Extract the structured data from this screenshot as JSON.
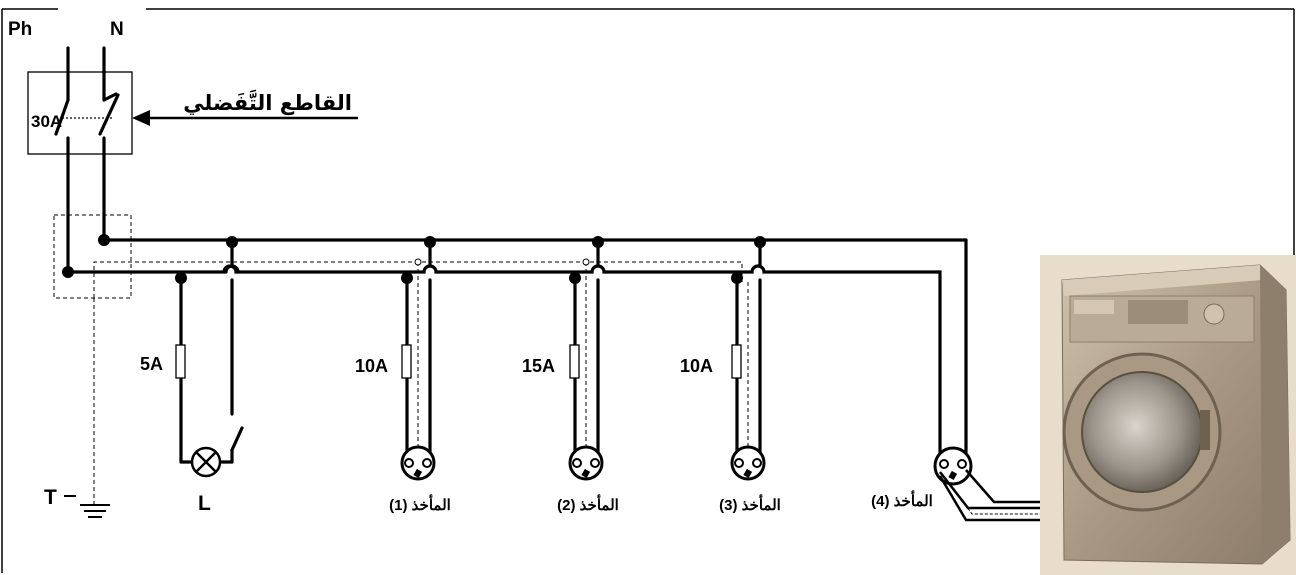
{
  "mains": {
    "phase": "Ph",
    "neutral": "N"
  },
  "breaker": {
    "rating": "30A",
    "label": "القاطع التَّفَضلي"
  },
  "earth": {
    "label": "T"
  },
  "lamp": {
    "fuse": "5A",
    "label": "L"
  },
  "outlets": [
    {
      "fuse": "10A",
      "label": "المأخذ (1)"
    },
    {
      "fuse": "15A",
      "label": "المأخذ (2)"
    },
    {
      "fuse": "10A",
      "label": "المأخذ (3)"
    },
    {
      "label": "المأخذ (4)"
    }
  ],
  "appliance": {
    "icon": "washing-machine-icon"
  }
}
